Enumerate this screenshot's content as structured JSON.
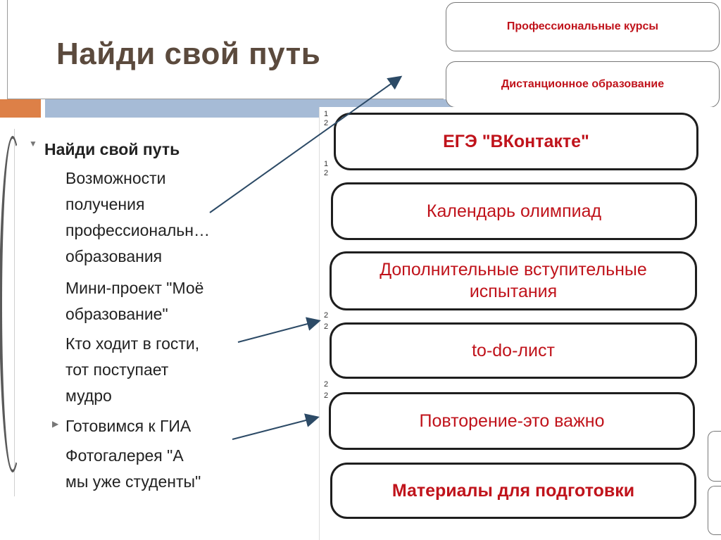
{
  "slide": {
    "title": "Найди свой путь"
  },
  "top_links": [
    "Профессиональные курсы",
    "Дистанционное образование"
  ],
  "menu": {
    "heading": "Найди свой путь",
    "items": [
      [
        "Возможности",
        "получения",
        "профессиональн…",
        "образования"
      ],
      [
        "Мини-проект \"Моё",
        "образование\""
      ],
      [
        "Кто ходит в гости,",
        "тот поступает",
        "мудро"
      ],
      [
        "Готовимся к ГИА"
      ],
      [
        "Фотогалерея \"А",
        "мы уже студенты\""
      ]
    ]
  },
  "buttons": [
    [
      "ЕГЭ \"ВКонтакте\""
    ],
    [
      "Календарь олимпиад"
    ],
    [
      "Дополнительные вступительные",
      "испытания"
    ],
    [
      "to-do-лист"
    ],
    [
      "Повторение-это важно"
    ],
    [
      "Материалы для подготовки"
    ]
  ],
  "row_numbers": [
    "1",
    "2",
    "1",
    "2",
    "2",
    "2",
    "2",
    "2"
  ],
  "colors": {
    "title": "#5b4a3d",
    "orange_bar": "#dd8047",
    "blue_bar": "#a6bbd6",
    "button_text": "#c0131b",
    "arrow": "#2c4a66"
  },
  "icons": {
    "collapse": "triangle-down-icon",
    "expand": "triangle-right-icon"
  }
}
